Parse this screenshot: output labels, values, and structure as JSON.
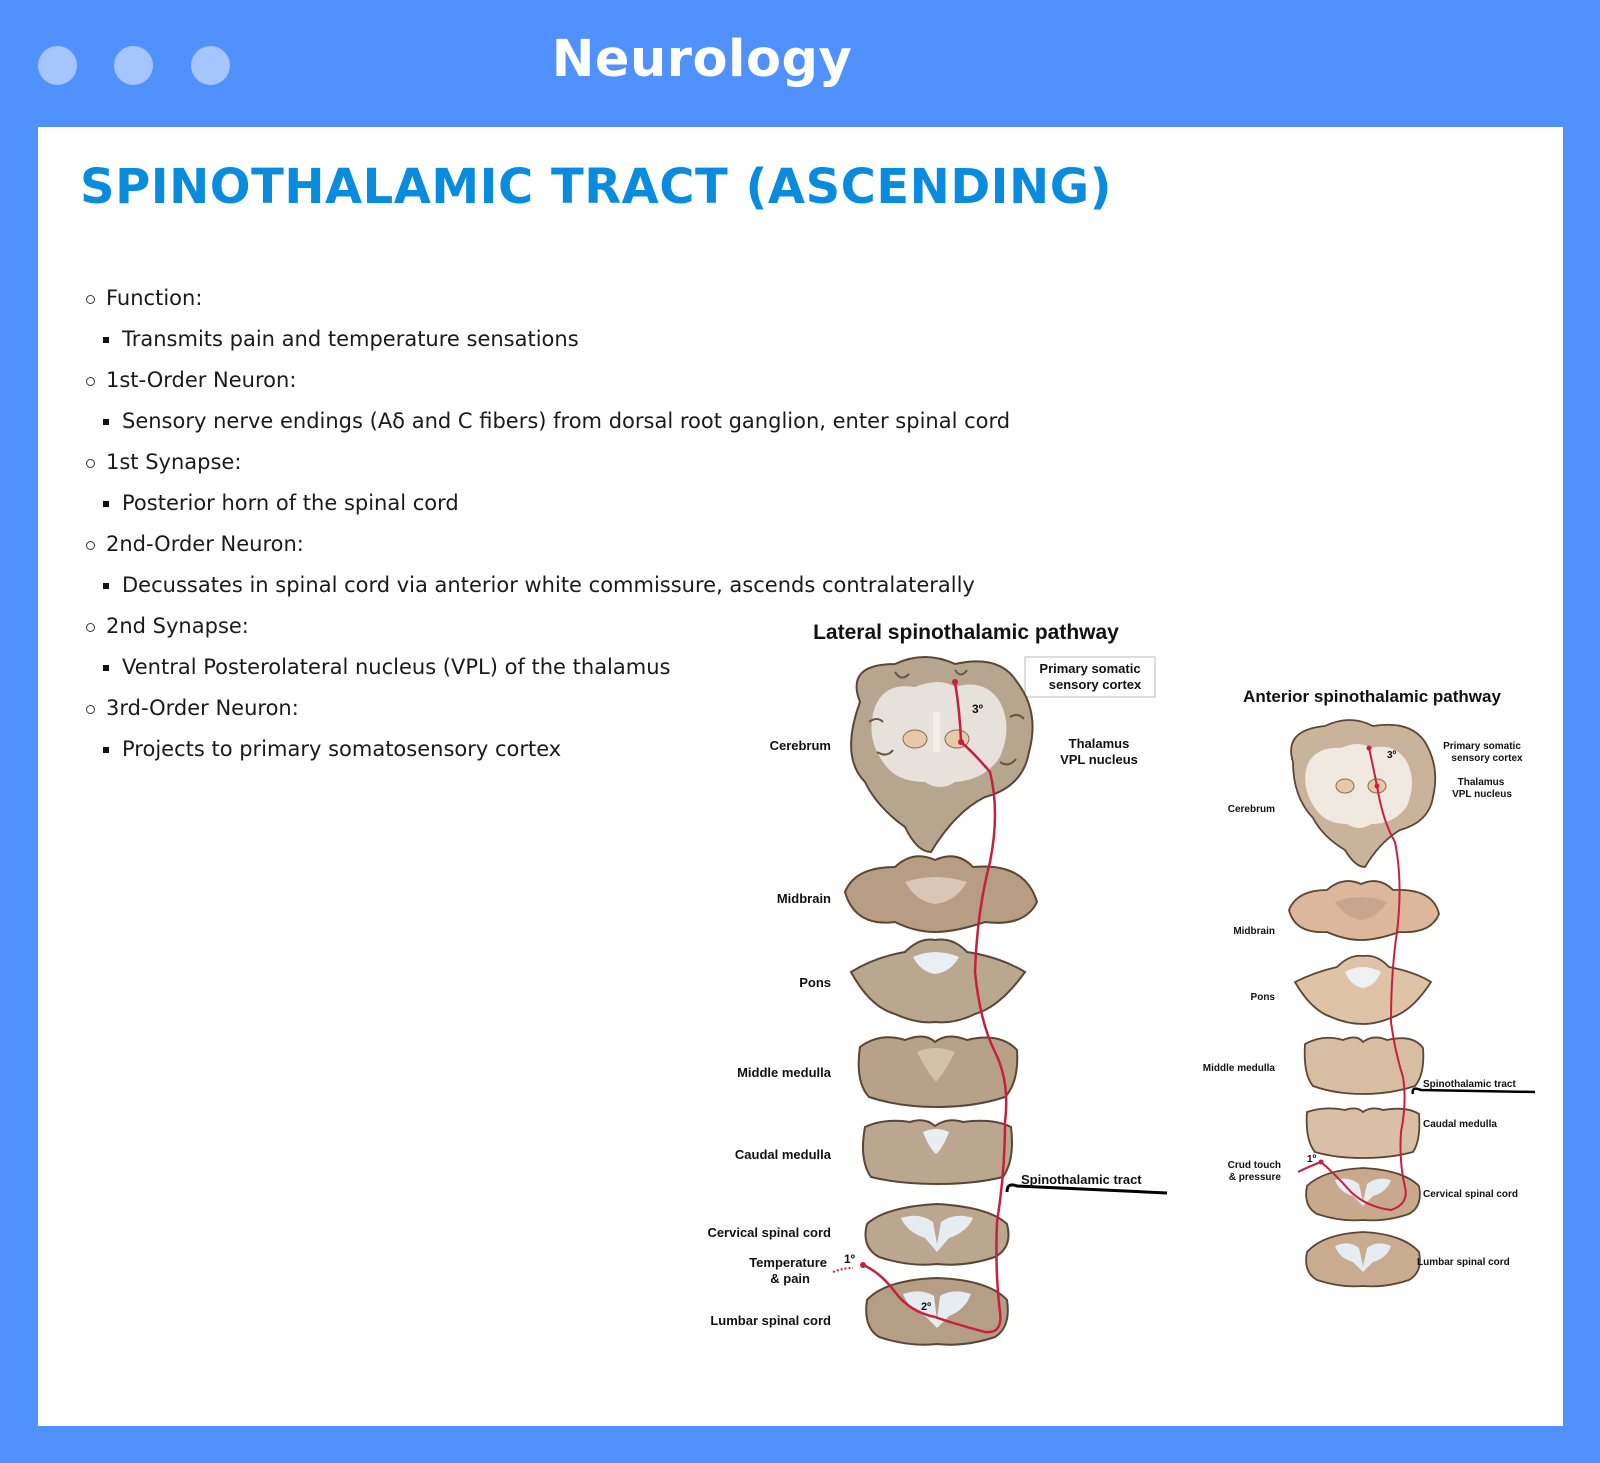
{
  "window": {
    "title": "Neurology"
  },
  "slide": {
    "heading": "SPINOTHALAMIC TRACT (ASCENDING)",
    "outline": [
      {
        "label": "Function:",
        "details": [
          "Transmits pain and temperature sensations"
        ]
      },
      {
        "label": "1st-Order Neuron:",
        "details": [
          "Sensory nerve endings (Aδ and C fibers) from dorsal root ganglion, enter spinal cord"
        ]
      },
      {
        "label": "1st Synapse:",
        "details": [
          "Posterior horn of the spinal cord"
        ]
      },
      {
        "label": "2nd-Order Neuron:",
        "details": [
          "Decussates in spinal cord via anterior white commissure, ascends contralaterally"
        ]
      },
      {
        "label": "2nd Synapse:",
        "details": [
          "Ventral Posterolateral nucleus (VPL) of the thalamus"
        ]
      },
      {
        "label": "3rd-Order Neuron:",
        "details": [
          "Projects to primary somatosensory cortex"
        ]
      }
    ]
  },
  "figure_lateral": {
    "title": "Lateral spinothalamic pathway",
    "cortex_label_line1": "Primary somatic",
    "cortex_label_line2": "sensory cortex",
    "third_order": "3º",
    "thalamus_line1": "Thalamus",
    "thalamus_line2": "VPL nucleus",
    "cerebrum": "Cerebrum",
    "midbrain": "Midbrain",
    "pons": "Pons",
    "middle_medulla": "Middle medulla",
    "caudal_medulla": "Caudal medulla",
    "tract": "Spinothalamic tract",
    "cervical": "Cervical spinal cord",
    "stimulus_line1": "Temperature",
    "stimulus_line2": "& pain",
    "first_order": "1º",
    "second_order": "2º",
    "lumbar": "Lumbar spinal cord"
  },
  "figure_anterior": {
    "title": "Anterior spinothalamic pathway",
    "cortex_label_line1": "Primary somatic",
    "cortex_label_line2": "sensory cortex",
    "third_order": "3º",
    "thalamus_line1": "Thalamus",
    "thalamus_line2": "VPL nucleus",
    "cerebrum": "Cerebrum",
    "midbrain": "Midbrain",
    "pons": "Pons",
    "middle_medulla": "Middle medulla",
    "tract": "Spinothalamic tract",
    "caudal_medulla": "Caudal medulla",
    "stimulus_line1": "Crud touch",
    "stimulus_line2": "& pressure",
    "first_order": "1º",
    "cervical": "Cervical spinal cord",
    "lumbar": "Lumbar spinal cord"
  }
}
